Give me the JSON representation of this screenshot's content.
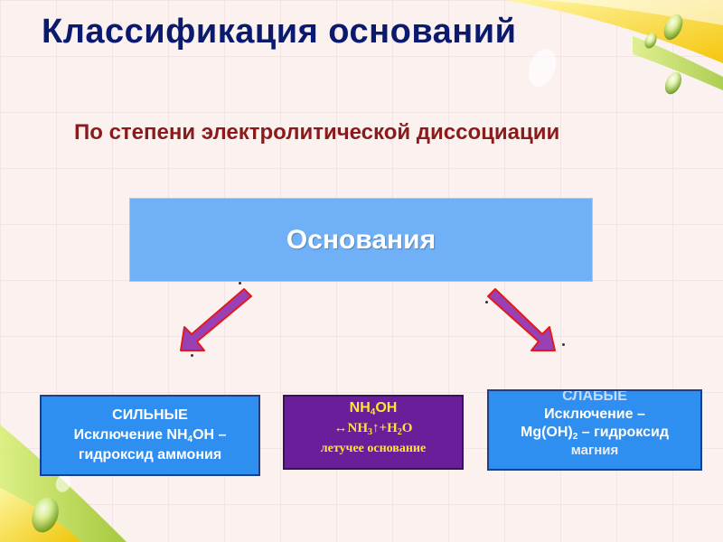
{
  "slide": {
    "title": "Классификация оснований",
    "subtitle": "По степени электролитической диссоциации"
  },
  "diagram": {
    "root": {
      "label": "Основания"
    },
    "strong": {
      "line1": "СИЛЬНЫЕ",
      "line2_pre": "Исключение NH",
      "line2_sub": "4",
      "line2_post": "OH –",
      "line3": "гидроксид аммония"
    },
    "middle": {
      "line1_pre": "NH",
      "line1_sub": "4",
      "line1_post": "OH",
      "line2_a": "↔NH",
      "line2_sub1": "3",
      "line2_b": "↑+H",
      "line2_sub2": "2",
      "line2_c": "O",
      "line3": "летучее основание"
    },
    "weak": {
      "line1": "СЛАБЫЕ",
      "line2": "Исключение –",
      "line3_pre": "Mg(OH)",
      "line3_sub": "2",
      "line3_post": " – гидроксид",
      "line4": "магния"
    }
  },
  "colors": {
    "title": "#0a1a6e",
    "subtitle": "#8b1a1a",
    "root_box": "#6fb0f7",
    "leaf_box": "#2e8ff0",
    "middle_box": "#6a1f9a",
    "middle_text": "#ffe53a",
    "arrow_fill": "#9b3fb5",
    "arrow_outline": "#e21a1a"
  }
}
